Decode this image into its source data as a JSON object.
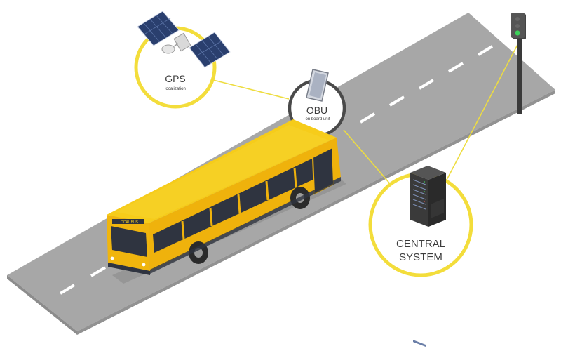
{
  "gps": {
    "title": "GPS",
    "subtitle": "localization"
  },
  "obu": {
    "title": "OBU",
    "subtitle": "on board unit"
  },
  "central": {
    "line1": "CENTRAL",
    "line2": "SYSTEM"
  },
  "bus": {
    "sign": "LOCAL BUS"
  },
  "colors": {
    "road": "#a6a6a6",
    "road_edge": "#8e8e8e",
    "lane_marking": "#ffffff",
    "ring": "#f3dd3b",
    "connector": "#eedd40",
    "bus_body": "#f2b90f",
    "bus_roof": "#f6cc1a",
    "bus_windows": "#2f3440",
    "server": "#3a3a3a",
    "signal_pole": "#3a3a3a",
    "signal_green": "#3cd15a"
  },
  "icons": [
    "satellite-icon",
    "tablet-icon",
    "server-rack-icon",
    "traffic-signal-icon",
    "bus-icon"
  ]
}
